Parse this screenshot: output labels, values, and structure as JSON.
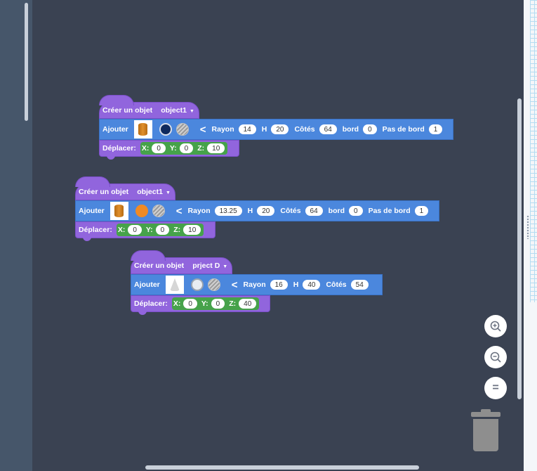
{
  "blocks": [
    {
      "create": {
        "label": "Créer un objet",
        "object": "object1"
      },
      "add": {
        "label": "Ajouter",
        "shape": "cylinder-icon",
        "color": "#0f2a5c",
        "params": [
          {
            "label": "Rayon",
            "value": "14"
          },
          {
            "label": "H",
            "value": "20"
          },
          {
            "label": "Côtés",
            "value": "64"
          },
          {
            "label": "bord",
            "value": "0"
          },
          {
            "label": "Pas de bord",
            "value": "1"
          }
        ]
      },
      "move": {
        "label": "Déplacer:",
        "x_label": "X:",
        "x": "0",
        "y_label": "Y:",
        "y": "0",
        "z_label": "Z:",
        "z": "10"
      }
    },
    {
      "create": {
        "label": "Créer un objet",
        "object": "object1"
      },
      "add": {
        "label": "Ajouter",
        "shape": "cylinder-icon",
        "color": "#f08a24",
        "params": [
          {
            "label": "Rayon",
            "value": "13.25"
          },
          {
            "label": "H",
            "value": "20"
          },
          {
            "label": "Côtés",
            "value": "64"
          },
          {
            "label": "bord",
            "value": "0"
          },
          {
            "label": "Pas de bord",
            "value": "1"
          }
        ]
      },
      "move": {
        "label": "Déplacer:",
        "x_label": "X:",
        "x": "0",
        "y_label": "Y:",
        "y": "0",
        "z_label": "Z:",
        "z": "10"
      }
    },
    {
      "create": {
        "label": "Créer un objet",
        "object": "prject D"
      },
      "add": {
        "label": "Ajouter",
        "shape": "cone-icon",
        "color": "#e8ecf2",
        "params": [
          {
            "label": "Rayon",
            "value": "16"
          },
          {
            "label": "H",
            "value": "40"
          },
          {
            "label": "Côtés",
            "value": "54"
          }
        ]
      },
      "move": {
        "label": "Déplacer:",
        "x_label": "X:",
        "x": "0",
        "y_label": "Y:",
        "y": "0",
        "z_label": "Z:",
        "z": "40"
      }
    }
  ],
  "controls": {
    "zoom_in": "zoom-in-icon",
    "zoom_out": "zoom-out-icon",
    "reset": "=",
    "trash": "trash-icon"
  }
}
